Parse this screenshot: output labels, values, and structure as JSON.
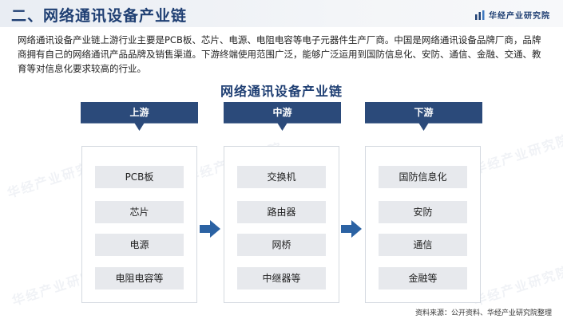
{
  "header": {
    "title": "二、网络通讯设备产业链",
    "brand": "华经产业研究院",
    "brand_icon": "bar-chart-icon"
  },
  "intro": "网络通讯设备产业链上游行业主要是PCB板、芯片、电源、电阻电容等电子元器件生产厂商。中国是网络通讯设备品牌厂商，品牌商拥有自己的网络通讯产品品牌及销售渠道。下游终端使用范围广泛，能够广泛运用到国防信息化、安防、通信、金融、交通、教育等对信息化要求较高的行业。",
  "diagram": {
    "title": "网络通讯设备产业链",
    "stages": [
      {
        "label": "上游",
        "items": [
          "PCB板",
          "芯片",
          "电源",
          "电阻电容等"
        ]
      },
      {
        "label": "中游",
        "items": [
          "交换机",
          "路由器",
          "网桥",
          "中继器等"
        ]
      },
      {
        "label": "下游",
        "items": [
          "国防信息化",
          "安防",
          "通信",
          "金融等"
        ]
      }
    ]
  },
  "watermark": "华经产业研究院",
  "footer": "资料来源：公开资料、华经产业研究院整理",
  "colors": {
    "header_bg": "#2b4a7a",
    "title": "#1f3f73",
    "arrow": "#2b62a3",
    "item_bg": "#e7e9ed"
  }
}
